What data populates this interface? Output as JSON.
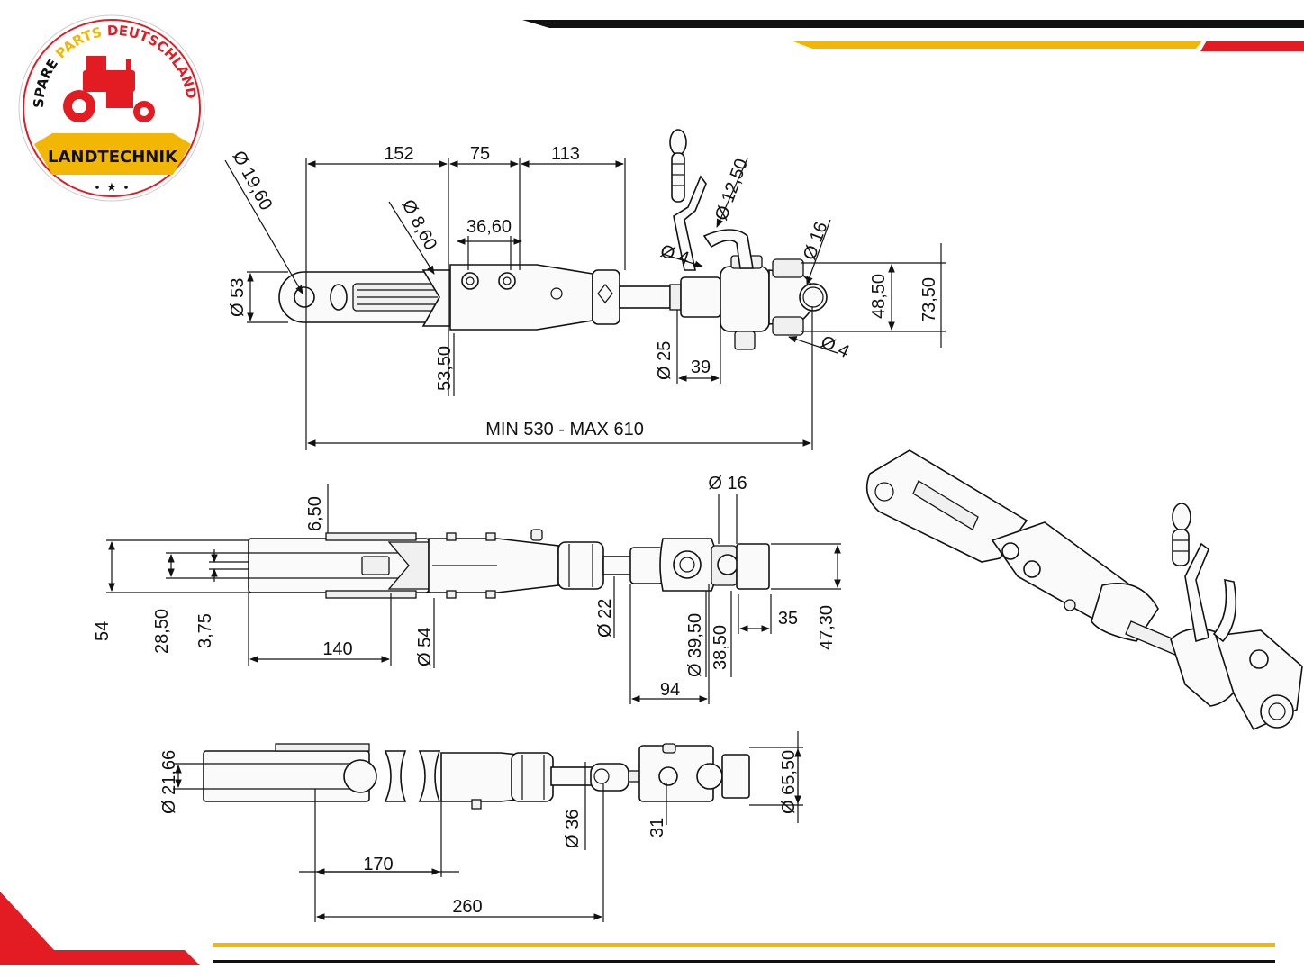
{
  "brand": {
    "name": "LANDTECHNIK",
    "arc_words": [
      "SPARE",
      "PARTS",
      "DEUTSCHLAND"
    ],
    "star": "★",
    "colors": {
      "red": "#e31b23",
      "gold": "#f2b705",
      "black": "#111111"
    }
  },
  "top_view": {
    "len_152": "152",
    "len_75": "75",
    "len_113": "113",
    "d_1960": "Ø 19,60",
    "d_860": "Ø 8,60",
    "len_3660": "36,60",
    "d_53": "Ø 53",
    "len_5350": "53,50",
    "d_1250": "Ø 12,50",
    "d_4a": "Ø 4",
    "d_16": "Ø 16",
    "len_4850": "48,50",
    "len_7350": "73,50",
    "d_25": "Ø 25",
    "len_39": "39",
    "d_4b": "Ø 4",
    "total": "MIN 530 - MAX 610"
  },
  "mid_view": {
    "len_650": "6,50",
    "len_54": "54",
    "len_2850": "28,50",
    "len_375": "3,75",
    "len_140": "140",
    "d_54": "Ø 54",
    "d_22": "Ø 22",
    "d_3950": "Ø 39,50",
    "len_3850": "38,50",
    "len_94": "94",
    "d_16": "Ø 16",
    "len_35": "35",
    "len_4730": "47,30"
  },
  "bottom_view": {
    "d_2166": "Ø 21,66",
    "len_170": "170",
    "len_260": "260",
    "d_36": "Ø 36",
    "len_31": "31",
    "d_6550": "Ø 65,50"
  }
}
